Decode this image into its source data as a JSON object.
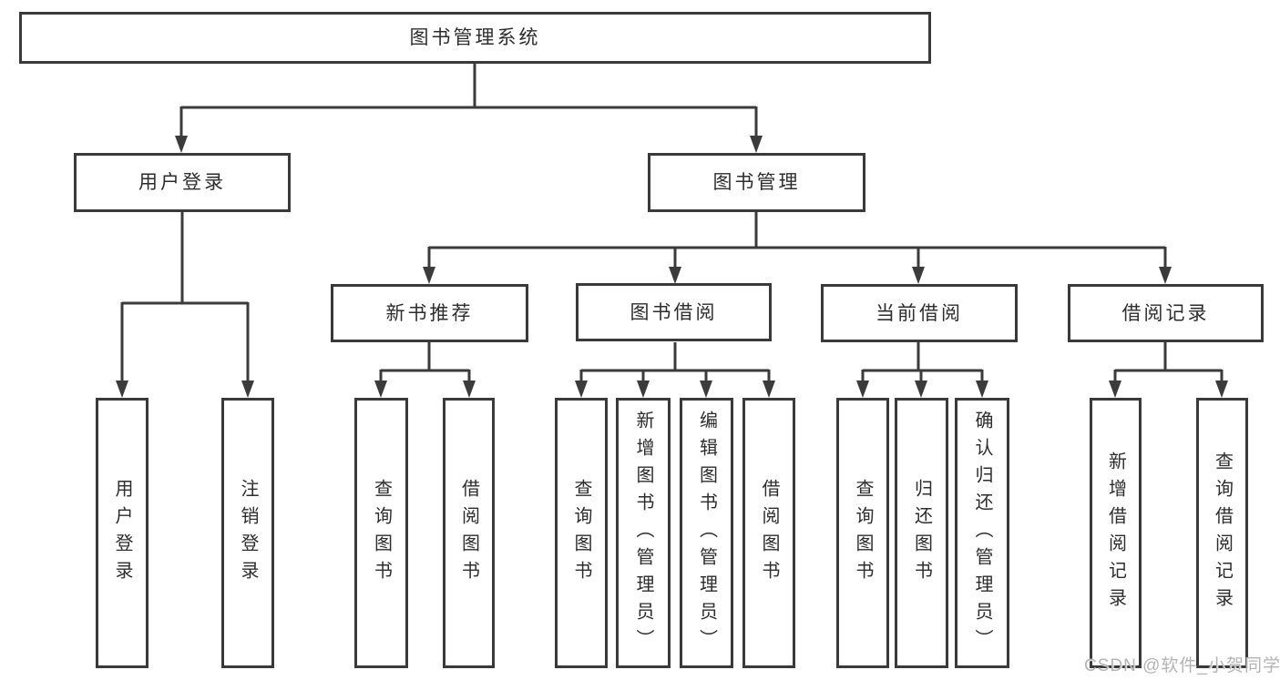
{
  "tree": {
    "root": {
      "label": "图书管理系统",
      "children": [
        {
          "label": "用户登录",
          "children": [
            {
              "label": "用户登录"
            },
            {
              "label": "注销登录"
            }
          ]
        },
        {
          "label": "图书管理",
          "children": [
            {
              "label": "新书推荐",
              "children": [
                {
                  "label": "查询图书"
                },
                {
                  "label": "借阅图书"
                }
              ]
            },
            {
              "label": "图书借阅",
              "children": [
                {
                  "label": "查询图书"
                },
                {
                  "label": "新增图书（管理员）"
                },
                {
                  "label": "编辑图书（管理员）"
                },
                {
                  "label": "借阅图书"
                }
              ]
            },
            {
              "label": "当前借阅",
              "children": [
                {
                  "label": "查询图书"
                },
                {
                  "label": "归还图书"
                },
                {
                  "label": "确认归还（管理员）"
                }
              ]
            },
            {
              "label": "借阅记录",
              "children": [
                {
                  "label": "新增借阅记录"
                },
                {
                  "label": "查询借阅记录"
                }
              ]
            }
          ]
        }
      ]
    }
  },
  "watermark": {
    "text": "CSDN @软件_小贺同学"
  },
  "colors": {
    "line": "#3b3b3b",
    "box_border": "#3a3a3a",
    "text": "#2d2d2d",
    "watermark": "#b4b4b4",
    "background": "#ffffff"
  }
}
